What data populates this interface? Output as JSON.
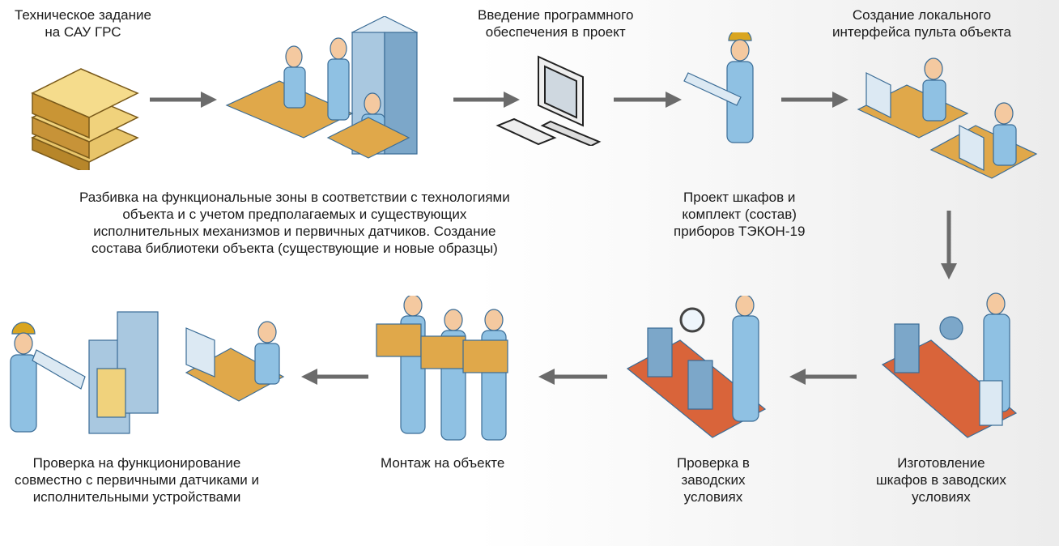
{
  "steps": {
    "tech_spec": "Техническое задание\nна САУ ГРС",
    "software": "Введение программного\nобеспечения в проект",
    "local_interface": "Создание локального\nинтерфейса пульта объекта",
    "zoning": "Разбивка на функциональные зоны в соответствии с технологиями\nобъекта и с учетом предполагаемых и существующих\nисполнительных механизмов и первичных датчиков. Создание\nсостава библиотеки объекта (существующие и новые образцы)",
    "cabinet_project": "Проект шкафов и\nкомплект (состав)\nприборов ТЭКОН-19",
    "manufacturing": "Изготовление\nшкафов в заводских\nусловиях",
    "factory_test": "Проверка в\nзаводских\nусловиях",
    "installation": "Монтаж на объекте",
    "functional_test": "Проверка на функционирование\nсовместно с первичными датчиками и\nисполнительными устройствами"
  },
  "colors": {
    "arrow": "#6b6b6b",
    "figure": "#8fc1e3",
    "wood": "#e0a84a",
    "conveyor": "#d9643a"
  }
}
